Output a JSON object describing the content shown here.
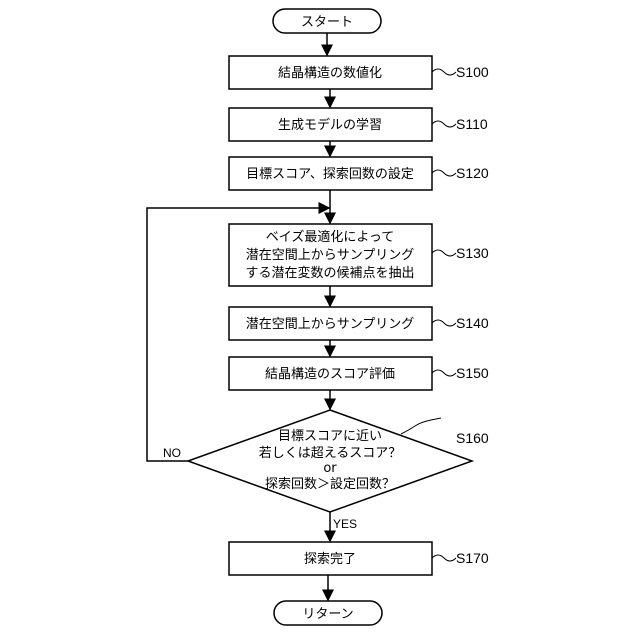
{
  "flowchart": {
    "start": {
      "label": "スタート"
    },
    "steps": [
      {
        "id": "S100",
        "label": "結晶構造の数値化"
      },
      {
        "id": "S110",
        "label": "生成モデルの学習"
      },
      {
        "id": "S120",
        "label": "目標スコア、探索回数の設定"
      },
      {
        "id": "S130",
        "lines": [
          "ベイズ最適化によって",
          "潜在空間上からサンプリング",
          "する潜在変数の候補点を抽出"
        ]
      },
      {
        "id": "S140",
        "label": "潜在空間上からサンプリング"
      },
      {
        "id": "S150",
        "label": "結晶構造のスコア評価"
      }
    ],
    "decision": {
      "id": "S160",
      "lines": [
        "目標スコアに近い",
        "若しくは超えるスコア？",
        "or",
        "探索回数＞設定回数？"
      ],
      "no_label": "NO",
      "yes_label": "YES"
    },
    "finish": {
      "id": "S170",
      "label": "探索完了"
    },
    "end": {
      "label": "リターン"
    }
  }
}
